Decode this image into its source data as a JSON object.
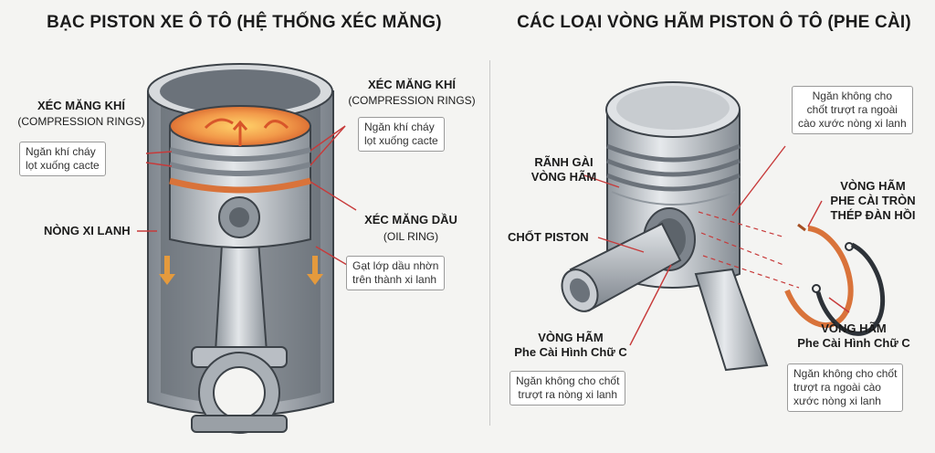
{
  "left": {
    "title": "BẠC PISTON XE Ô TÔ (HỆ THỐNG XÉC MĂNG)",
    "left_compression": {
      "title": "XÉC MĂNG KHÍ",
      "sub": "(COMPRESSION RINGS)",
      "note_lines": [
        "Ngăn khí cháy",
        "lọt xuống cacte"
      ]
    },
    "cylinder": {
      "title": "NÒNG XI LANH"
    },
    "right_compression": {
      "title": "XÉC MĂNG KHÍ",
      "sub": "(COMPRESSION RINGS)",
      "note_lines": [
        "Ngăn khí cháy",
        "lọt xuống cacte"
      ]
    },
    "oil_ring": {
      "title": "XÉC MĂNG DẦU",
      "sub": "(OIL RING)",
      "note_lines": [
        "Gạt lớp dầu nhờn",
        "trên thành xi lanh"
      ]
    }
  },
  "right": {
    "title": "CÁC LOẠI VÒNG HÃM PISTON Ô TÔ (PHE CÀI)",
    "groove": {
      "lines": [
        "RÃNH GÀI",
        "VÒNG HÃM"
      ]
    },
    "pin": {
      "title": "CHỐT PISTON"
    },
    "c_clip_left": {
      "lines": [
        "VÒNG HÃM",
        "Phe Cài Hình Chữ C"
      ],
      "note_lines": [
        "Ngăn không cho chốt",
        "trượt ra nòng xi lanh"
      ]
    },
    "top_note": {
      "lines": [
        "Ngăn không cho",
        "chốt trượt ra ngoài",
        "cào xước nòng xi lanh"
      ]
    },
    "round_clip": {
      "lines": [
        "VÒNG HÃM",
        "PHE CÀI TRÒN",
        "THÉP ĐÀN HỒI"
      ]
    },
    "c_clip_right": {
      "lines": [
        "VÒNG HÃM",
        "Phe Cài Hình Chữ C"
      ],
      "note_lines": [
        "Ngăn không cho chốt",
        "trượt ra ngoài cào",
        "xước nòng xi lanh"
      ]
    }
  },
  "colors": {
    "leader": "#c73a3a",
    "ring_orange": "#d9733a",
    "metal": "#b9bec4",
    "metal_dark": "#7d848c",
    "cylinder": "#9aa0a6"
  }
}
